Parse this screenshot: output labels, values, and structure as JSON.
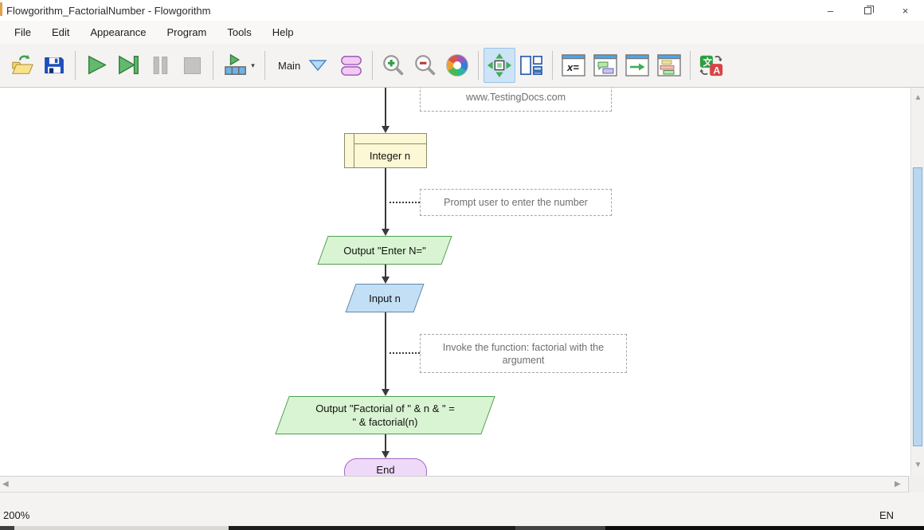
{
  "window": {
    "title": "Flowgorithm_FactorialNumber - Flowgorithm",
    "controls": {
      "minimize": "–",
      "close": "×"
    }
  },
  "menu": {
    "items": [
      "File",
      "Edit",
      "Appearance",
      "Program",
      "Tools",
      "Help"
    ]
  },
  "toolbar": {
    "function_selector": "Main",
    "breakpoint_caret": "▾",
    "icons": [
      "open-file",
      "save-file",
      "run",
      "step",
      "pause",
      "stop",
      "run-to-breakpoint",
      "function-chooser-caret",
      "add-shapes",
      "zoom-in",
      "zoom-out",
      "color-wheel",
      "fit-to-window",
      "window-layout",
      "variables-window",
      "console-window",
      "output-window",
      "source-code-window",
      "translate"
    ]
  },
  "flowchart": {
    "comments": {
      "website": "www.TestingDocs.com",
      "prompt": "Prompt user to enter the number",
      "invoke": "Invoke the function: factorial with the argument"
    },
    "nodes": {
      "declare": "Integer n",
      "output_prompt": "Output \"Enter N=\"",
      "input": "Input n",
      "output_result_line1": "Output \"Factorial of \" & n & \" =",
      "output_result_line2": "\" & factorial(n)",
      "end": "End"
    }
  },
  "scrollbars": {
    "up": "▲",
    "down": "▼",
    "left": "◀",
    "right": "▶"
  },
  "statusbar": {
    "zoom_level": "200%",
    "language": "EN"
  },
  "colors": {
    "declare_fill": "#fcf7d4",
    "declare_border": "#8c8c6e",
    "output_fill": "#d9f4d2",
    "output_border": "#4f9e50",
    "input_fill": "#c3dff5",
    "input_border": "#5f87aa",
    "terminal_fill": "#eedaf8",
    "terminal_border": "#a269c4",
    "comment_border": "#a6a6a6",
    "arrow": "#3a3a3a",
    "toolbar_bg": "#f4f3f1",
    "selected_button_bg": "#cde3f6",
    "scroll_thumb": "#b8d7f0"
  }
}
